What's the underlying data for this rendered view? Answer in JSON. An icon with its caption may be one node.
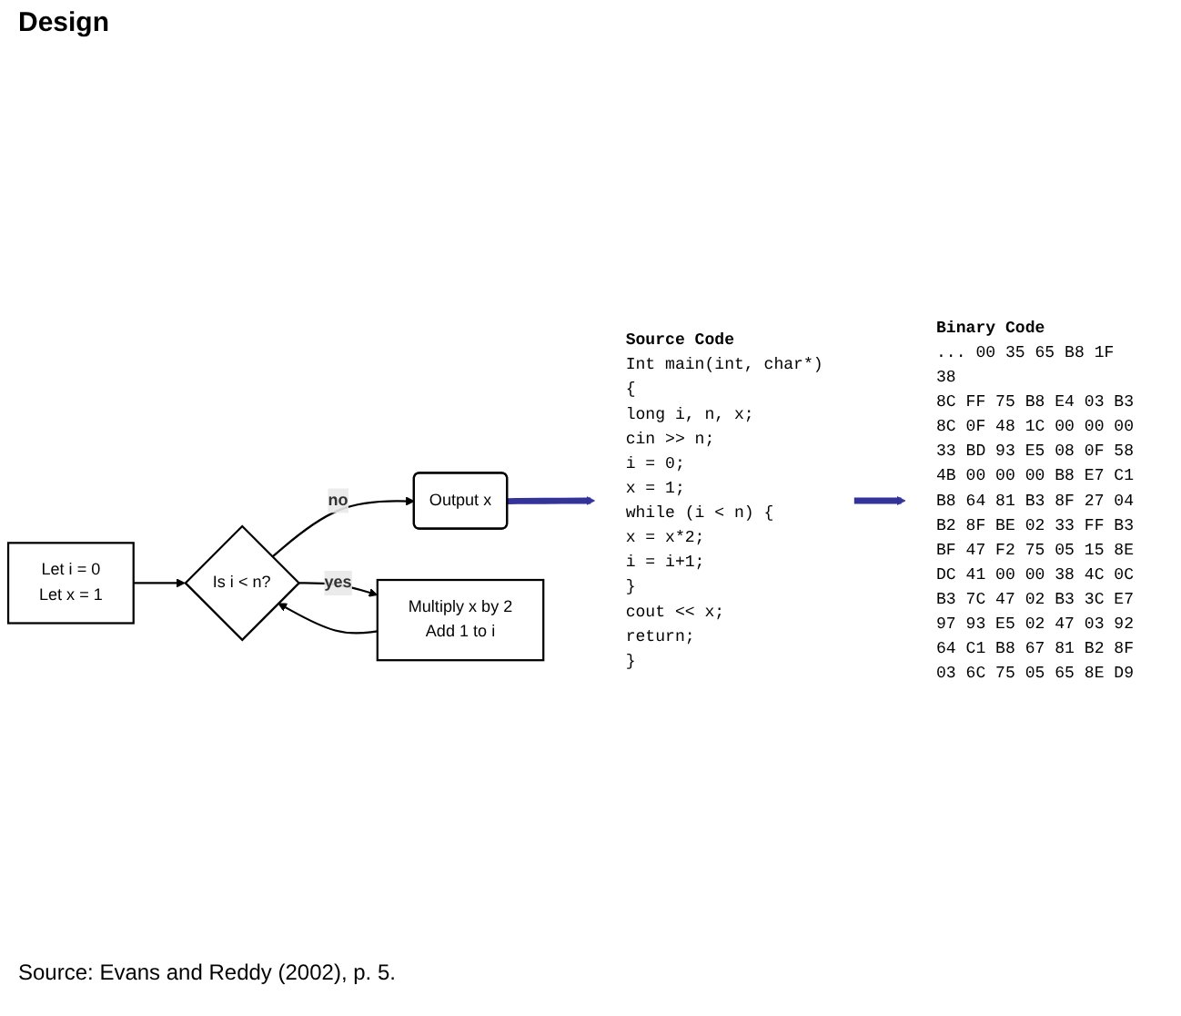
{
  "diagram": {
    "caption": "Source: Evans and Reddy (2002), p. 5.",
    "nodes": [
      {
        "text": [
          "Let i = 0",
          "Let x = 1"
        ]
      },
      {
        "text": [
          "Is i < n?"
        ]
      },
      {
        "text": [
          "Output x"
        ]
      },
      {
        "text": [
          "Multiply x by 2",
          "Add 1 to i"
        ]
      },
      {
        "text": [
          "Source Code",
          "Int main(int, char*)",
          "{",
          "long i, n, x;",
          "cin >> n;",
          "i = 0;",
          "x = 1;",
          "while (i < n) {",
          "x = x*2;",
          "i = i+1;",
          "}",
          "cout << x;",
          "return;",
          "}"
        ]
      },
      {
        "text": [
          "Binary Code",
          "... 00 35 65 B8 1F 38",
          "8C FF 75 B8 E4 03 B3",
          "8C 0F 48 1C 00 00 00",
          "33 BD 93 E5 08 0F 58",
          "4B 00 00 00 B8 E7 C1",
          "B8 64 81 B3 8F 27 04",
          "B2 8F BE 02 33 FF B3",
          "BF 47 F2 75 05 15 8E",
          "DC 41 00 00 38 4C 0C",
          "B3 7C 47 02 B3 3C E7",
          "97 93 E5 02 47 03 92",
          "64 C1 B8 67 81 B2 8F",
          "03 6C 75 05 65 8E D9"
        ]
      }
    ],
    "edges": [
      {
        "from": 0,
        "to": 1,
        "arrow": "to"
      },
      {
        "from": 1,
        "to": 2,
        "label": "no",
        "arrow": "to"
      },
      {
        "from": 1,
        "to": 3,
        "label": "yes",
        "arrow": "to"
      },
      {
        "from": 3,
        "to": 1,
        "arrow": "to"
      },
      {
        "from": 2,
        "to": 4,
        "arrow": "to",
        "style": "thick",
        "color": "#333399"
      },
      {
        "from": 4,
        "to": 5,
        "arrow": "to",
        "style": "thick",
        "color": "#333399"
      }
    ],
    "labels": [
      "Design"
    ]
  }
}
